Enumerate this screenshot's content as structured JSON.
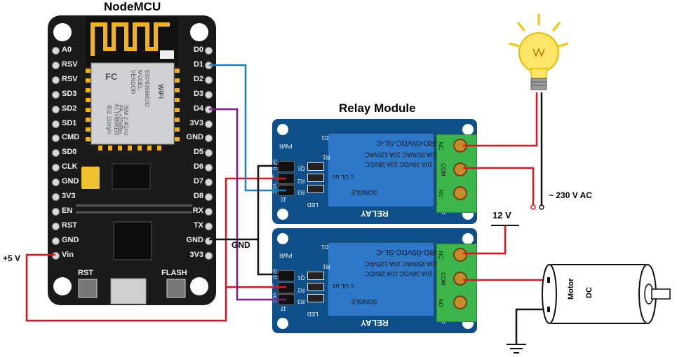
{
  "titles": {
    "nodemcu": "NodeMCU",
    "relay_module": "Relay Module"
  },
  "nodemcu": {
    "left_pins": [
      "A0",
      "RSV",
      "RSV",
      "SD3",
      "SD2",
      "SD1",
      "CMD",
      "SD0",
      "CLK",
      "GND",
      "3V3",
      "EN",
      "RST",
      "GND",
      "Vin"
    ],
    "right_pins": [
      "D0",
      "D1",
      "D2",
      "D3",
      "D4",
      "3V3",
      "GND",
      "D5",
      "D6",
      "D7",
      "D8",
      "RX",
      "TX",
      "GND",
      "3V3"
    ],
    "buttons": [
      "RST",
      "FLASH"
    ],
    "wifi_module": {
      "brand": "AI-THINKER",
      "model": "ESP8266MOD",
      "vendor_label": "VENDOR",
      "model_label": "MODEL",
      "ism": "ISM 2.4GHz",
      "pa": "PA +25dBm",
      "std": "802.11b/g/n",
      "fc": "FC",
      "wifi": "WiFi"
    }
  },
  "relay": {
    "label": "RELAY",
    "part": "SRD-05VDC-SL-C",
    "rating1": "10A 250VAC  10A 125VAC",
    "rating2": "10A 30VDC  10A 28VDC",
    "brand": "SONGLE",
    "cert": "c UL us",
    "terminals": [
      "NC",
      "COM",
      "NO"
    ],
    "header": [
      "GND",
      "IN",
      "VCC"
    ],
    "silk": [
      "PWR",
      "D1",
      "R1",
      "Q1",
      "R2",
      "R3",
      "LED",
      "J1",
      "J2"
    ]
  },
  "labels": {
    "plus5v": "+5 V",
    "gnd": "GND",
    "v12": "12 V",
    "ac": "~ 230 V AC",
    "motor": "Motor",
    "dc": "DC"
  },
  "colors": {
    "power_wire": "#e0141e",
    "signal1_wire": "#1b7fc4",
    "signal2_wire": "#7a1d8c",
    "gnd_wire": "#111111",
    "relay_board": "#0e4f8a",
    "relay_coil": "#2d78c8",
    "terminal": "#3cb54a"
  },
  "icons": [
    "light-bulb-icon",
    "ground-symbol-icon",
    "dc-motor-icon"
  ]
}
